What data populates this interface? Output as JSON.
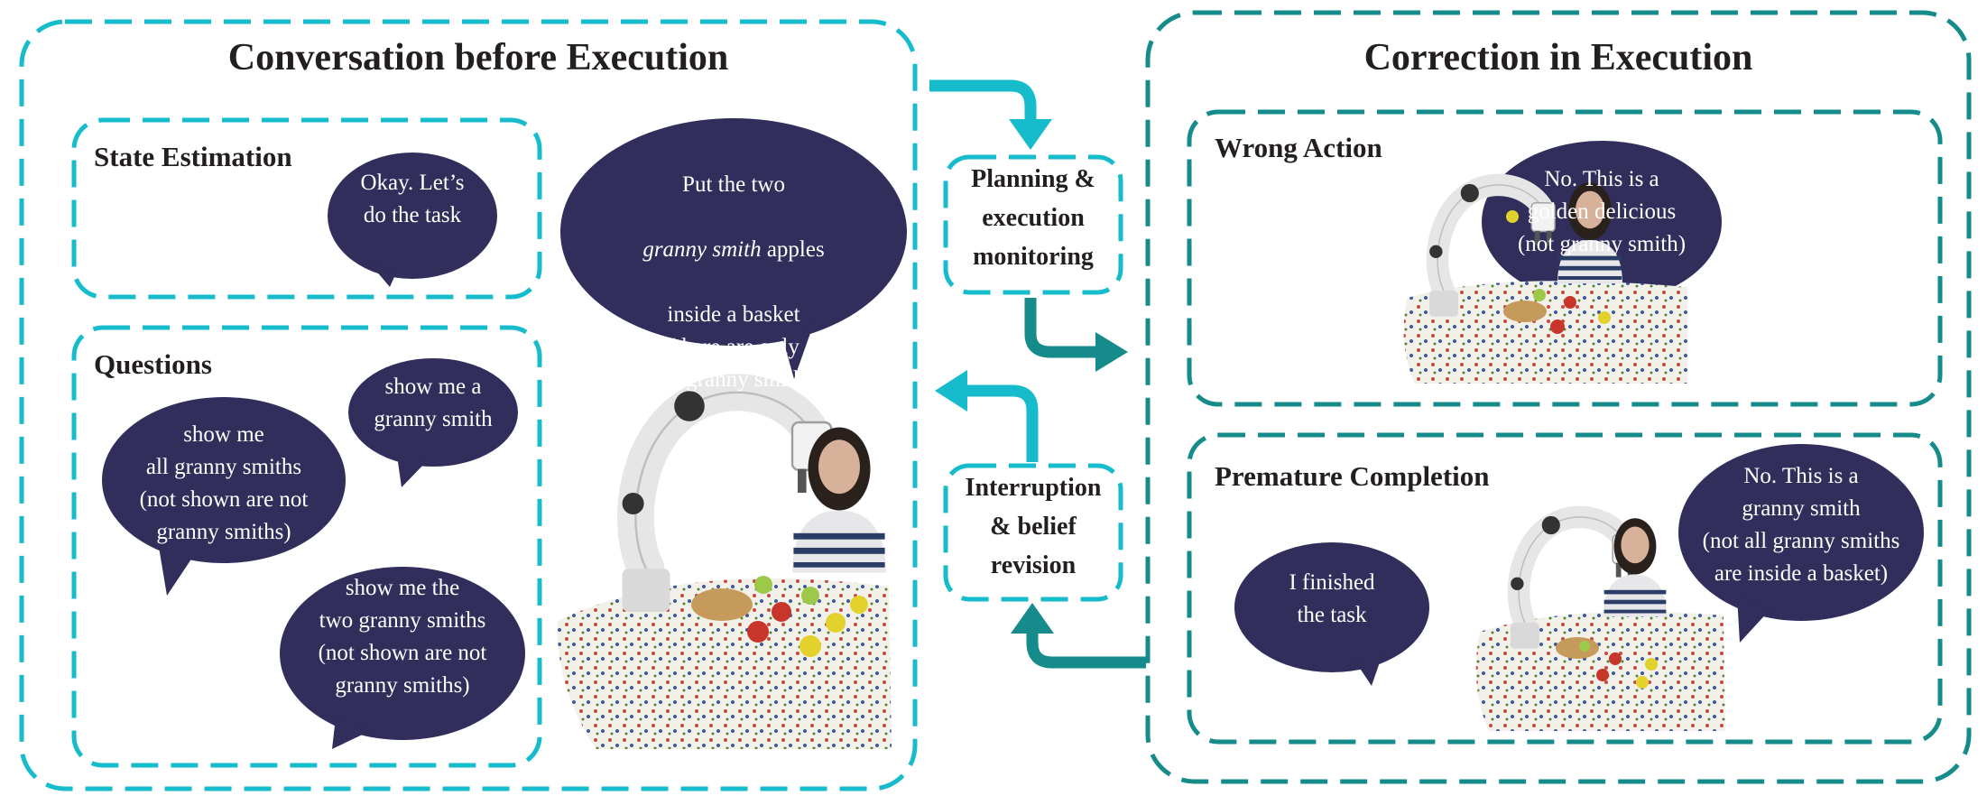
{
  "colors": {
    "cyan": "#16bccb",
    "teal": "#168b8c",
    "bubble": "#312e5c",
    "text": "#231f20"
  },
  "left_panel": {
    "title": "Conversation before Execution",
    "state_estimation": {
      "title": "State Estimation",
      "bubble": "Okay. Let’s\ndo the task"
    },
    "questions": {
      "title": "Questions",
      "bubble_1": "show me a\ngranny smith",
      "bubble_2": "show me\nall granny smiths\n(not shown are not\ngranny smiths)",
      "bubble_3": "show me the\ntwo granny smiths\n(not shown are not\ngranny smiths)"
    },
    "instruction_bubble": {
      "line_1": "Put the two",
      "line_2_italic": "granny smith",
      "line_2_rest": " apples",
      "line_3": "inside a basket\n(there are only\ntwo granny smiths)"
    }
  },
  "middle": {
    "planning": "Planning &\nexecution\nmonitoring",
    "interruption": "Interruption\n& belief\nrevision"
  },
  "right_panel": {
    "title": "Correction in Execution",
    "wrong_action": {
      "title": "Wrong Action",
      "bubble": "No. This is a\ngolden delicious\n(not granny smith)"
    },
    "premature_completion": {
      "title": "Premature Completion",
      "bubble_user": "I finished\nthe task",
      "bubble_human": "No. This is a\ngranny smith\n(not all granny smiths\nare inside a basket)"
    }
  }
}
